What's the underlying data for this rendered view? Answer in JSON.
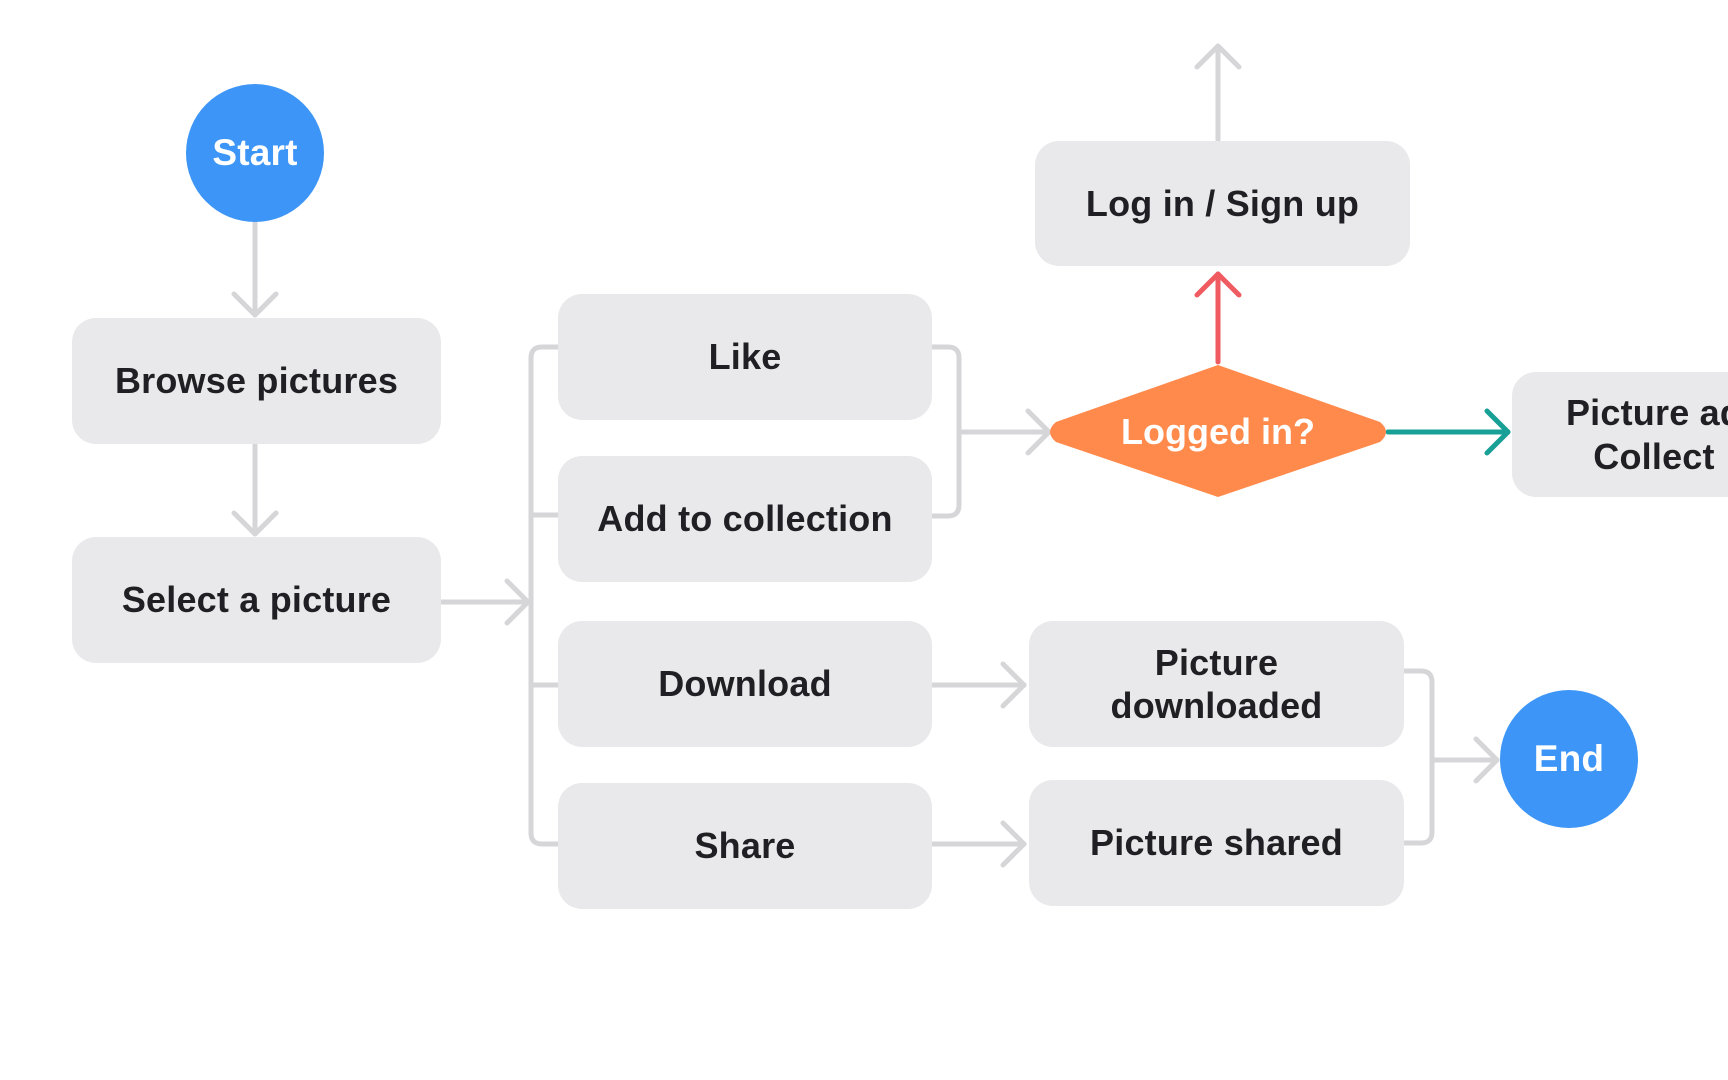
{
  "diagram": {
    "nodes": {
      "start": "Start",
      "browse": "Browse pictures",
      "select": "Select a picture",
      "like": "Like",
      "add_to_collection": "Add to collection",
      "download": "Download",
      "share": "Share",
      "logged_in": "Logged in?",
      "login_signup": "Log in / Sign up",
      "picture_added_line1": "Picture ad",
      "picture_added_line2": "Collect",
      "picture_downloaded_line1": "Picture",
      "picture_downloaded_line2": "downloaded",
      "picture_shared": "Picture shared",
      "end": "End"
    },
    "colors": {
      "terminal": "#3d96f7",
      "process": "#e9e9eb",
      "decision": "#ff8a4c",
      "connector": "#d6d6d8",
      "no_path": "#ef5b61",
      "yes_path": "#18a097"
    }
  }
}
